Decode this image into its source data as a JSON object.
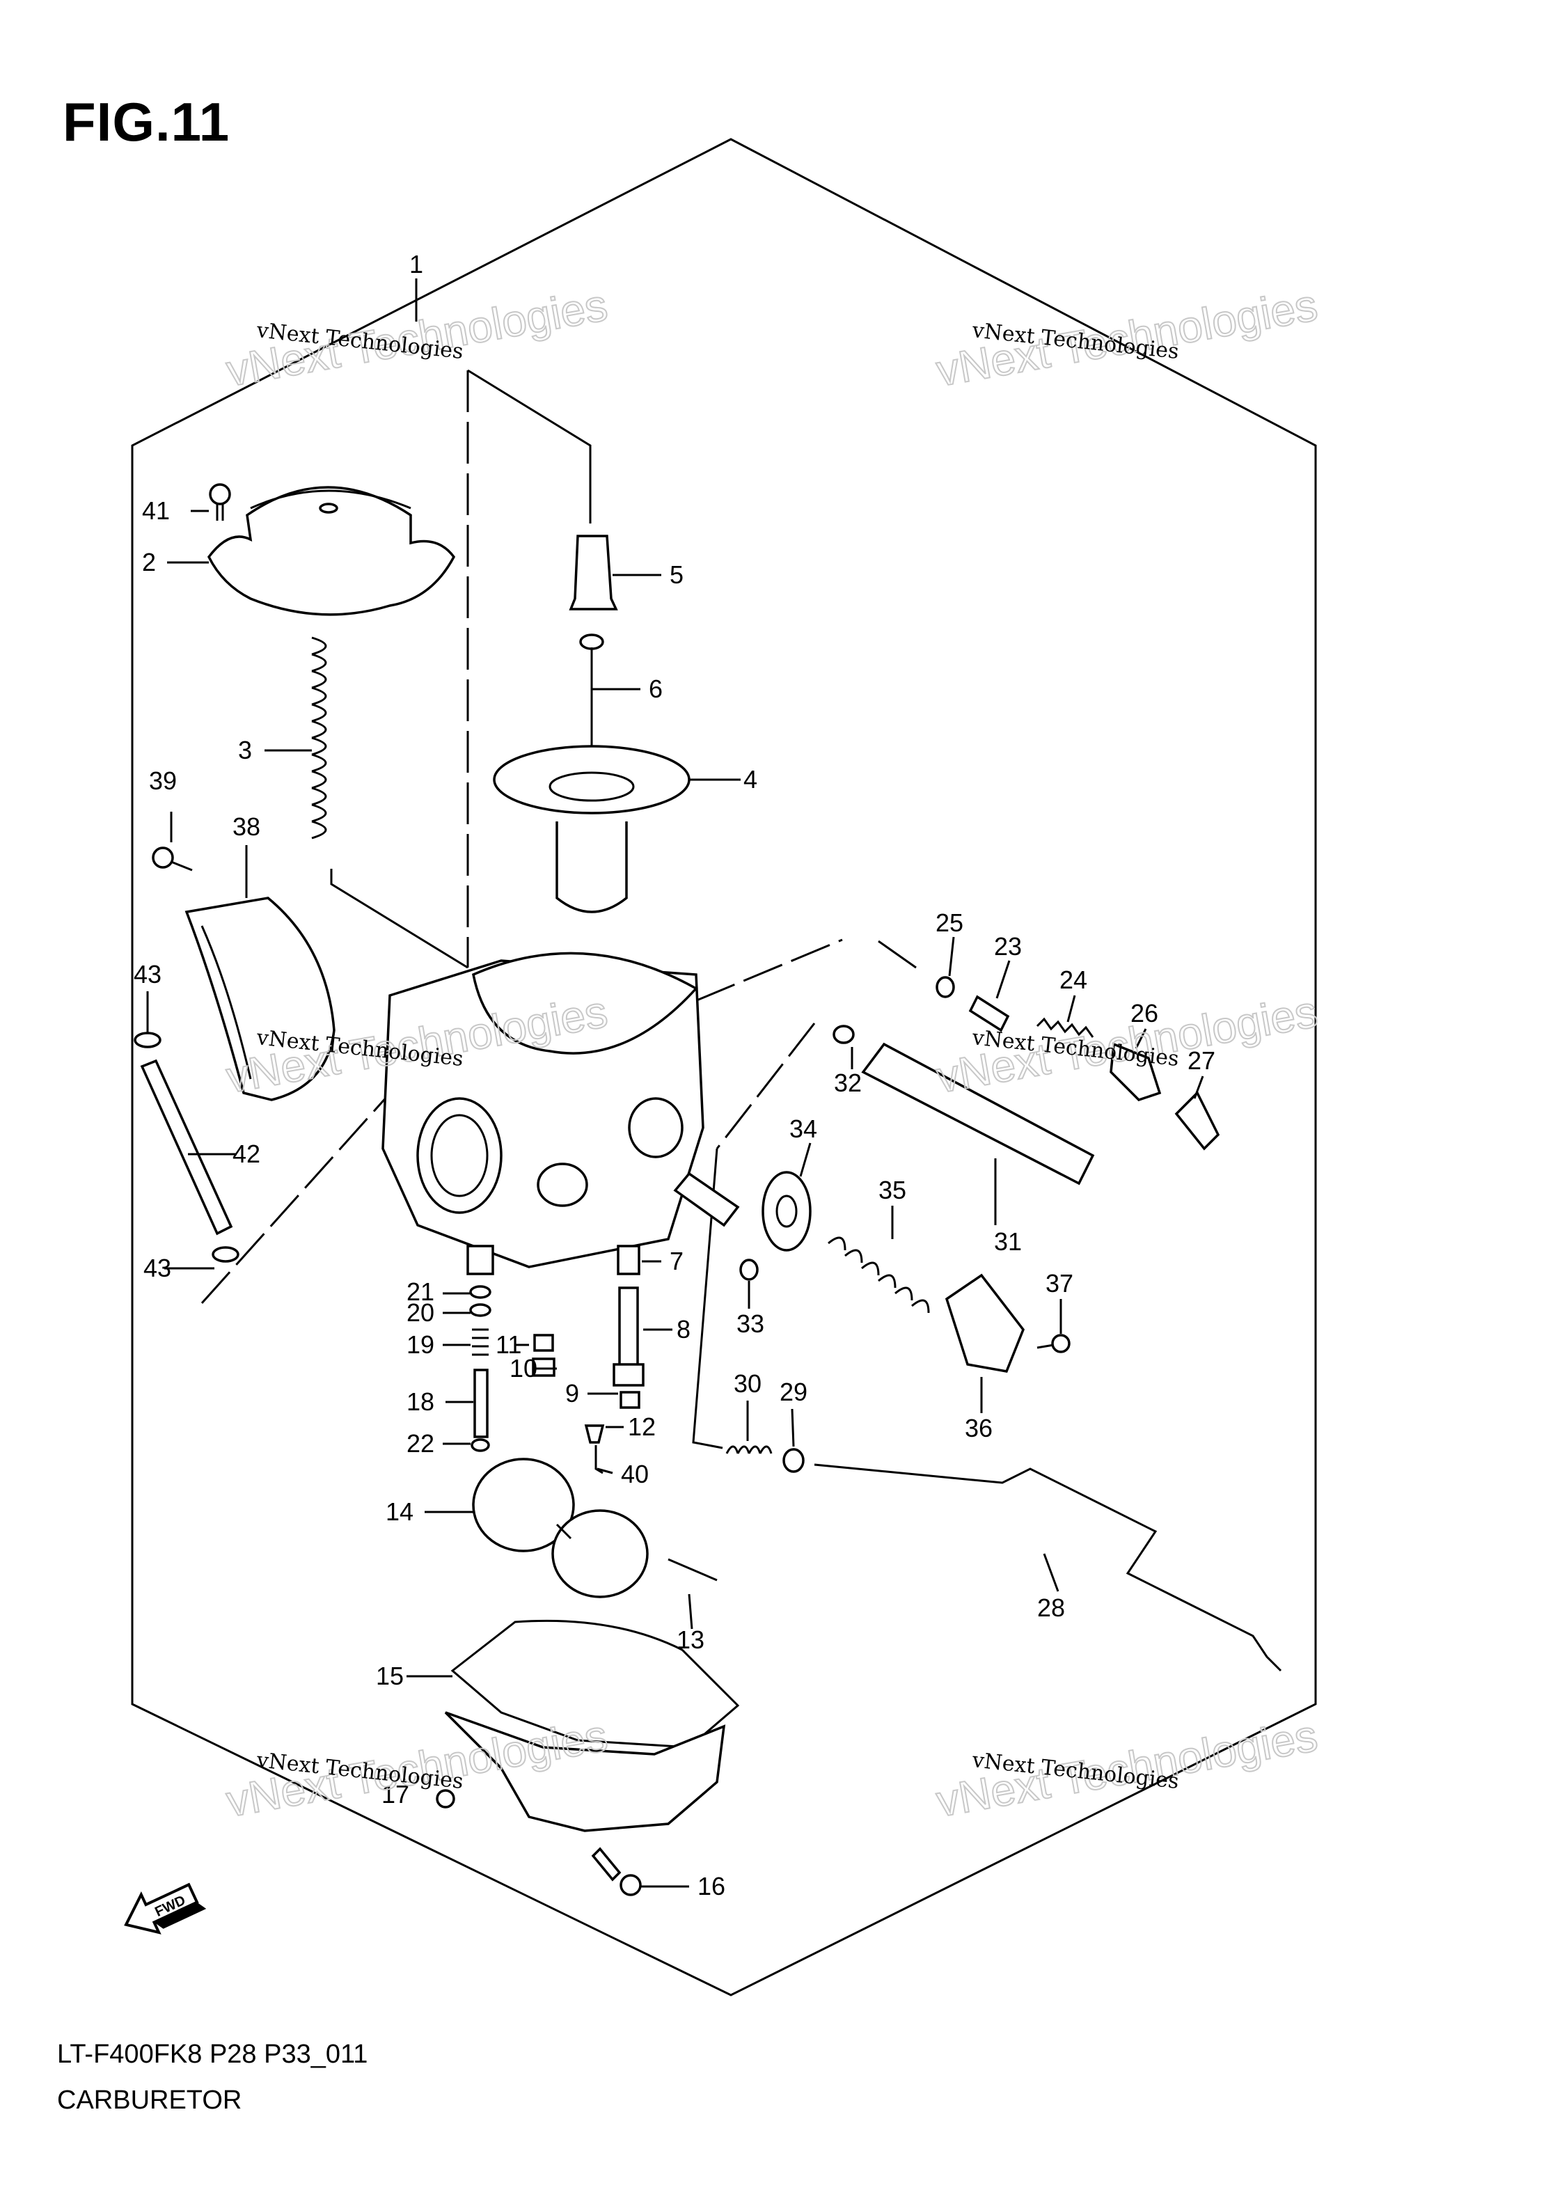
{
  "figure": {
    "title": "FIG.11"
  },
  "footer": {
    "model_code": "LT-F400FK8 P28 P33_011",
    "section_name": "CARBURETOR"
  },
  "watermark": {
    "line1": "vNext Technologies",
    "line2": "vNext Technologies"
  },
  "fwd_label": "FWD",
  "callouts": [
    {
      "num": "1"
    },
    {
      "num": "2"
    },
    {
      "num": "3"
    },
    {
      "num": "4"
    },
    {
      "num": "5"
    },
    {
      "num": "6"
    },
    {
      "num": "7"
    },
    {
      "num": "8"
    },
    {
      "num": "9"
    },
    {
      "num": "10"
    },
    {
      "num": "11"
    },
    {
      "num": "12"
    },
    {
      "num": "13"
    },
    {
      "num": "14"
    },
    {
      "num": "15"
    },
    {
      "num": "16"
    },
    {
      "num": "17"
    },
    {
      "num": "18"
    },
    {
      "num": "19"
    },
    {
      "num": "20"
    },
    {
      "num": "21"
    },
    {
      "num": "22"
    },
    {
      "num": "23"
    },
    {
      "num": "24"
    },
    {
      "num": "25"
    },
    {
      "num": "26"
    },
    {
      "num": "27"
    },
    {
      "num": "28"
    },
    {
      "num": "29"
    },
    {
      "num": "30"
    },
    {
      "num": "31"
    },
    {
      "num": "32"
    },
    {
      "num": "33"
    },
    {
      "num": "34"
    },
    {
      "num": "35"
    },
    {
      "num": "36"
    },
    {
      "num": "37"
    },
    {
      "num": "38"
    },
    {
      "num": "39"
    },
    {
      "num": "40"
    },
    {
      "num": "41"
    },
    {
      "num": "42"
    },
    {
      "num": "43"
    },
    {
      "num": "43"
    }
  ]
}
